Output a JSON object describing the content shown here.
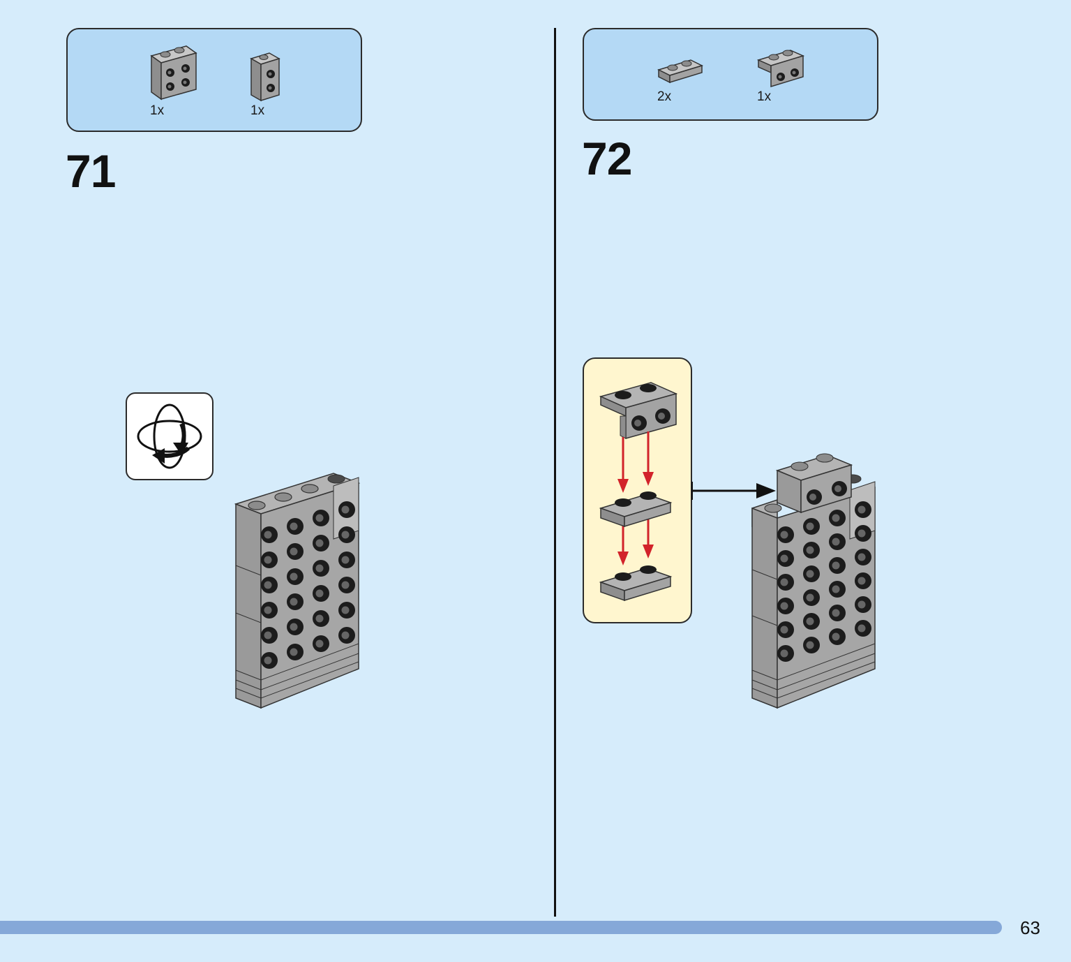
{
  "steps": [
    {
      "number": "71",
      "parts": [
        {
          "part": "brick-2x2-studs-side",
          "qty": "1x"
        },
        {
          "part": "brick-1x2-studs-side",
          "qty": "1x"
        }
      ]
    },
    {
      "number": "72",
      "parts": [
        {
          "part": "plate-1x2",
          "qty": "2x"
        },
        {
          "part": "bracket-1x2-2x2",
          "qty": "1x"
        }
      ]
    }
  ],
  "page_number": "63",
  "colors": {
    "background": "#d6ecfb",
    "parts_box": "#b4d9f5",
    "subassembly_box": "#fff6cf",
    "brick_gray": "#a0a0a0",
    "stud_black": "#1c1c1c",
    "arrow_red": "#d2232a",
    "footer_bar": "#85a8d8"
  },
  "icons": {
    "rotate": "rotate-model-icon"
  }
}
